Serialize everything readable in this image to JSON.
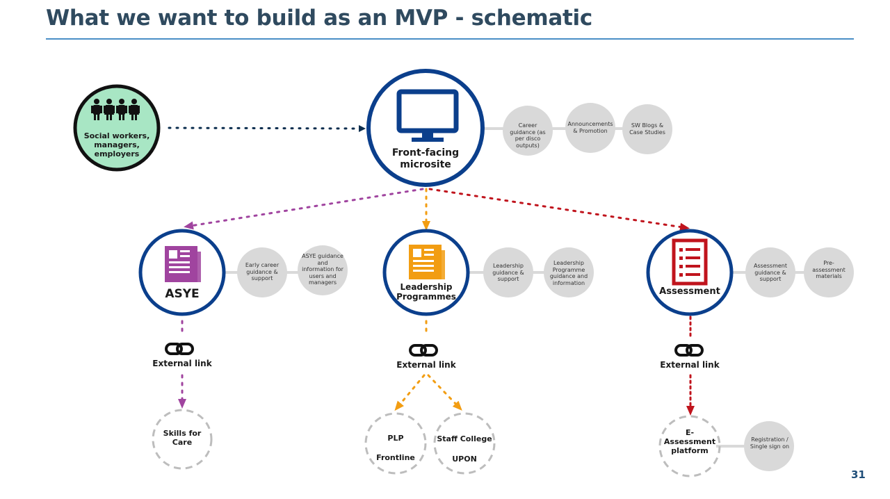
{
  "title": "What we want to build as an MVP - schematic",
  "page_number": "31",
  "colors": {
    "navy": "#0b3f8c",
    "purple": "#a0449f",
    "orange": "#f29d12",
    "red": "#c0141d",
    "green": "#a8e6c4",
    "grey": "#d9d9d9"
  },
  "users": {
    "label": "Social workers, managers, employers",
    "icon": "people-icon"
  },
  "microsite": {
    "label": "Front-facing microsite",
    "icon": "monitor-icon",
    "features": [
      "Career guidance (as per disco outputs)",
      "Announcements & Promotion",
      "SW Blogs & Case Studies"
    ]
  },
  "asye": {
    "label": "ASYE",
    "icon": "document-icon",
    "features": [
      "Early career guidance & support",
      "ASYE guidance and information for users and managers"
    ],
    "link_label": "External link",
    "destinations": [
      "Skills for Care"
    ]
  },
  "leadership": {
    "label": "Leadership Programmes",
    "icon": "document-icon",
    "features": [
      "Leadership guidance & support",
      "Leadership Programme guidance and information"
    ],
    "link_label": "External link",
    "destinations": [
      "PLP",
      "Frontline",
      "Staff College",
      "UPON"
    ]
  },
  "assessment": {
    "label": "Assessment",
    "icon": "checklist-icon",
    "features": [
      "Assessment guidance & support",
      "Pre-assessment materials"
    ],
    "link_label": "External link",
    "destinations": [
      "E-Assessment platform"
    ],
    "extra": "Registration / Single sign on"
  }
}
